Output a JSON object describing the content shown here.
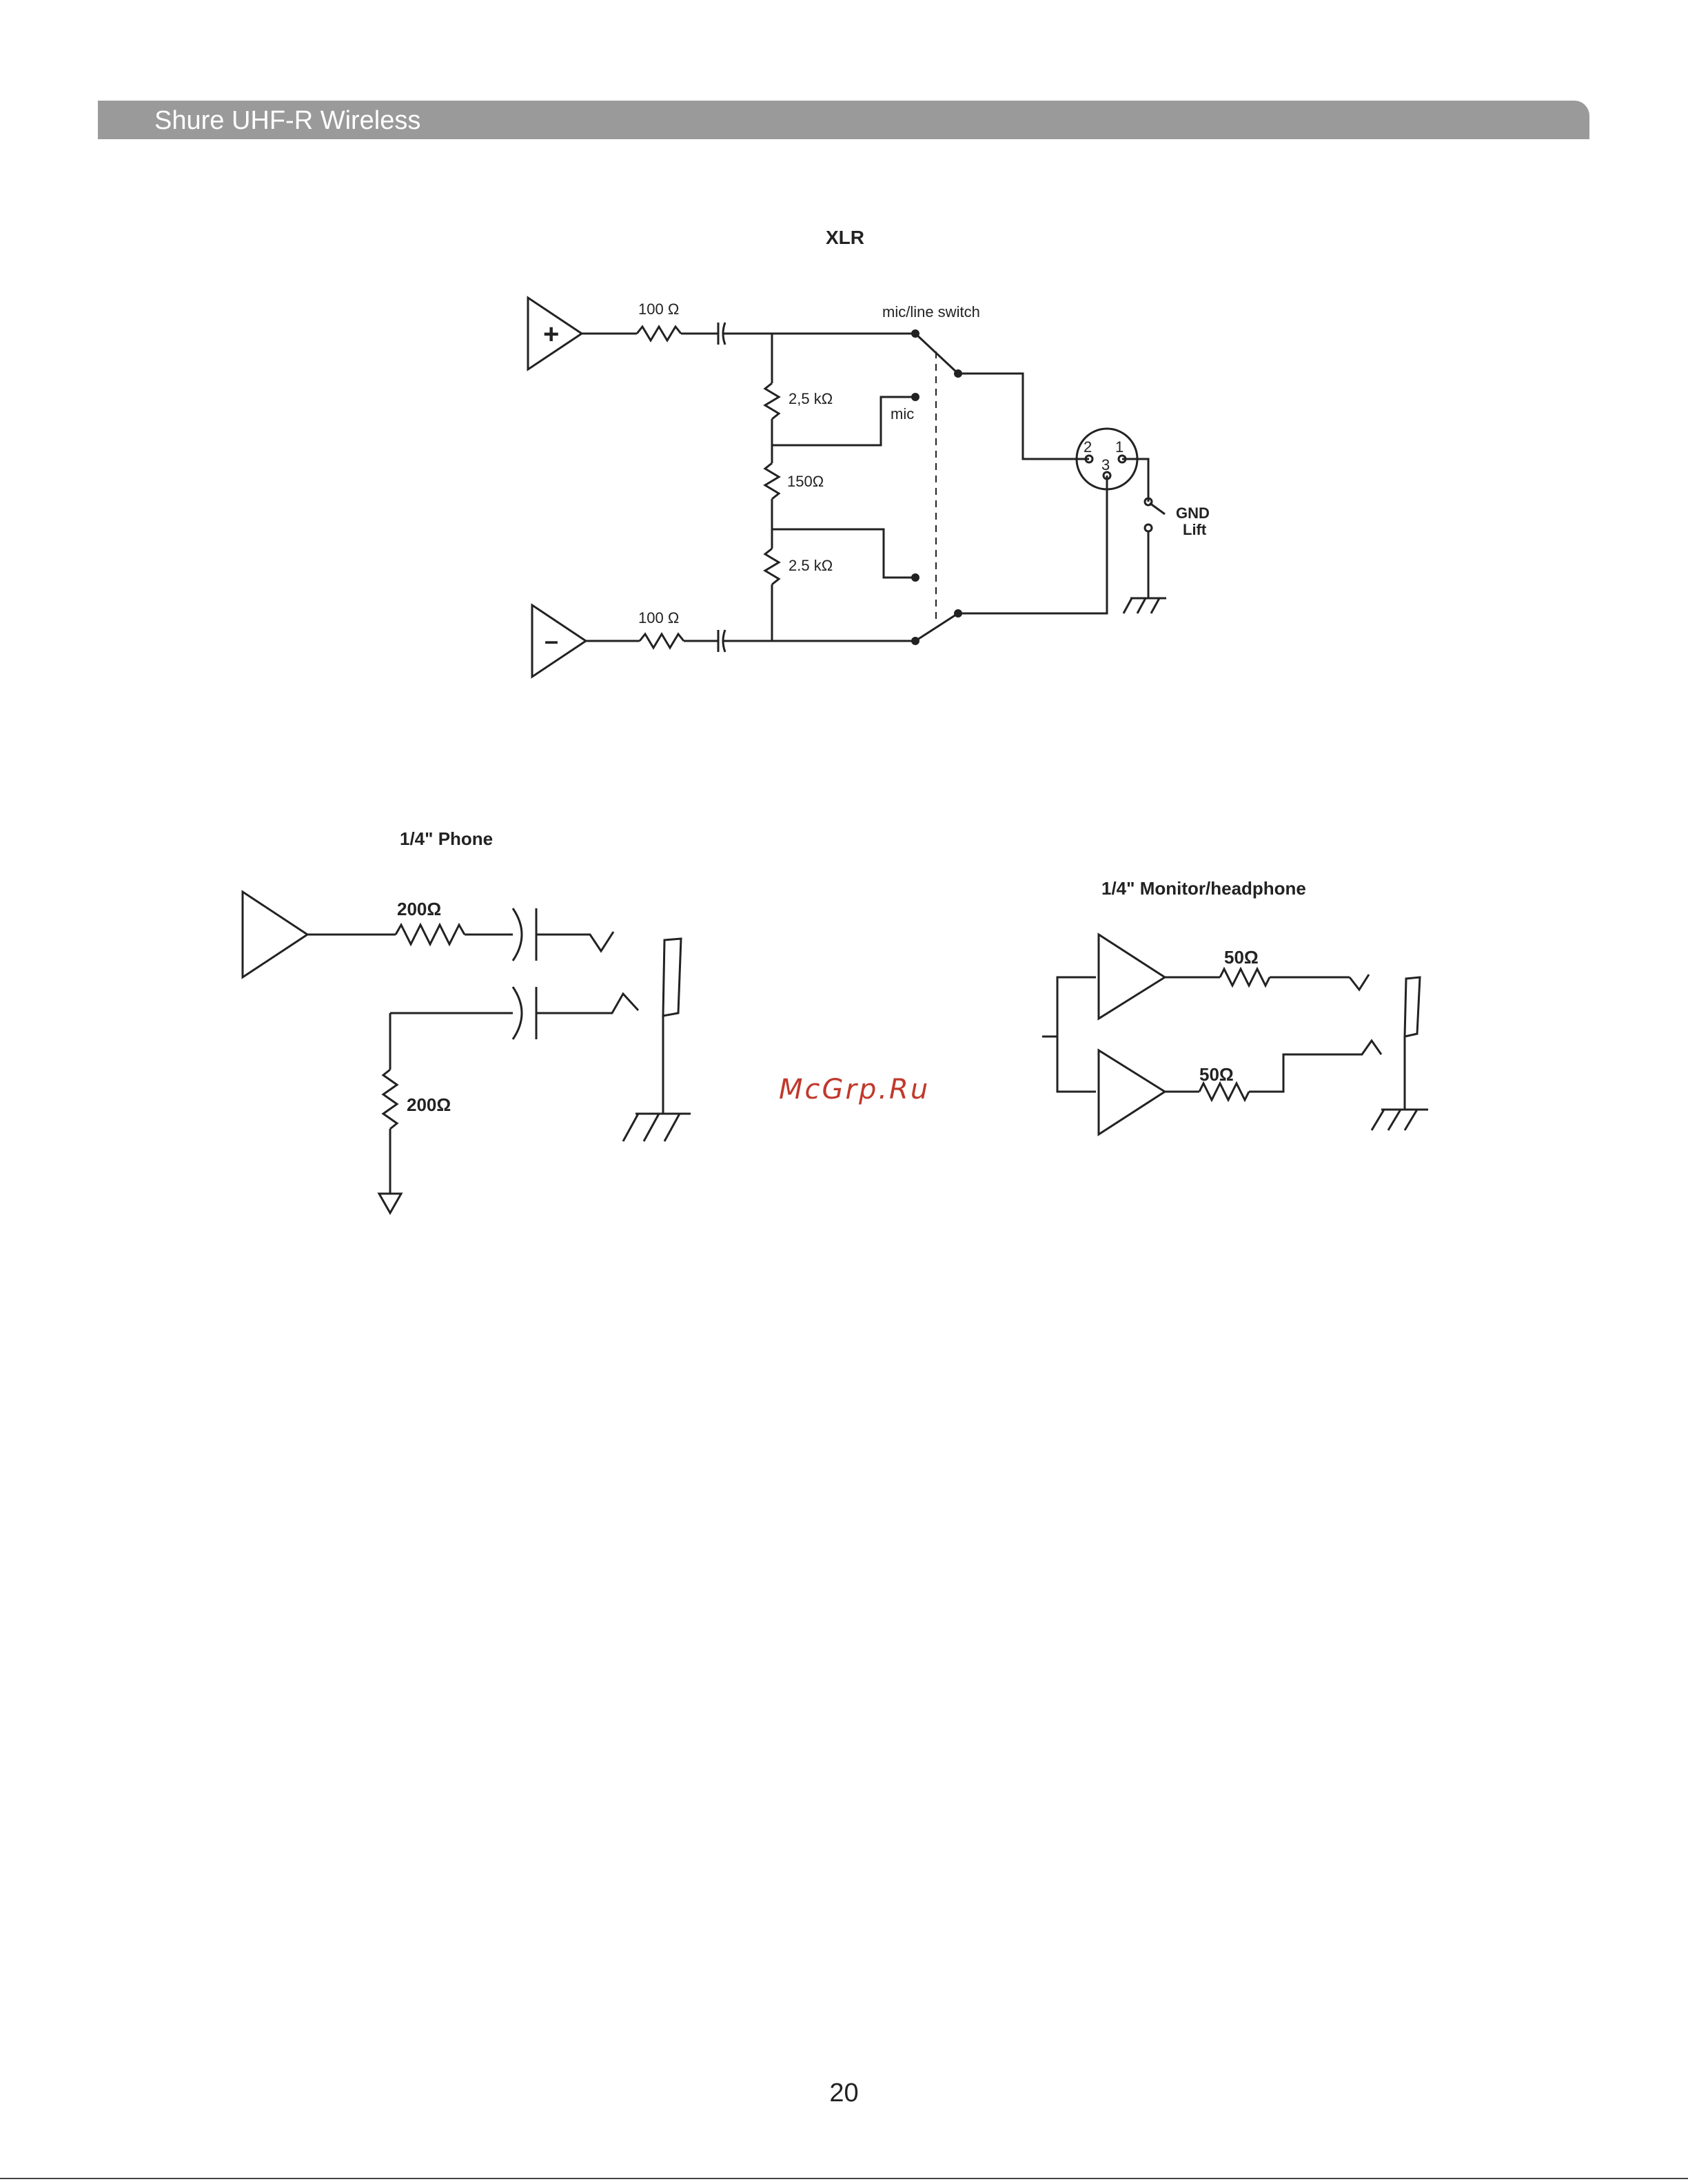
{
  "header": {
    "title": "Shure UHF-R Wireless"
  },
  "xlr": {
    "title": "XLR",
    "r_top": "100 Ω",
    "r_bottom": "100 Ω",
    "r_upper": "2,5 kΩ",
    "r_middle": "150Ω",
    "r_lower": "2.5 kΩ",
    "switch_label": "mic/line switch",
    "mic_label": "mic",
    "pin1": "1",
    "pin2": "2",
    "pin3": "3",
    "gnd_label_1": "GND",
    "gnd_label_2": "Lift",
    "plus_sign": "+",
    "minus_sign": "–"
  },
  "phone": {
    "title": "1/4\" Phone",
    "r_series": "200Ω",
    "r_shunt": "200Ω"
  },
  "monitor": {
    "title": "1/4\" Monitor/headphone",
    "r_top": "50Ω",
    "r_bottom": "50Ω"
  },
  "watermark": "McGrp.Ru",
  "page_number": "20"
}
